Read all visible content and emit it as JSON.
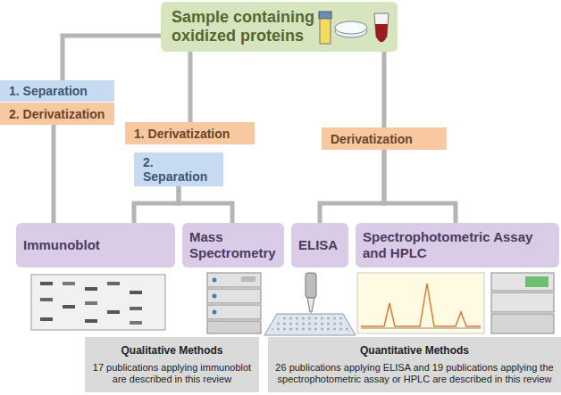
{
  "diagram": {
    "nodes": [
      {
        "text": [
          "Sample containing oxidized proteins"
        ]
      },
      {
        "text": [
          "1. Separation"
        ]
      },
      {
        "text": [
          "2. Derivatization"
        ]
      },
      {
        "text": [
          "1. Derivatization"
        ]
      },
      {
        "text": [
          "2. Separation"
        ]
      },
      {
        "text": [
          "Derivatization"
        ]
      },
      {
        "text": [
          "Immunoblot"
        ]
      },
      {
        "text": [
          "Mass Spectrometry"
        ]
      },
      {
        "text": [
          "ELISA"
        ]
      },
      {
        "text": [
          "Spectrophotometric Assay and HPLC"
        ]
      },
      {
        "text": [
          "Qualitative Methods",
          "17 publications applying immunoblot are described in this review"
        ]
      },
      {
        "text": [
          "Quantitative Methods",
          "26 publications applying ELISA and 19 publications applying the spectrophotometric assay or HPLC are described in this review"
        ]
      }
    ],
    "edges": [
      {
        "from": 0,
        "to": 1,
        "arrow": "none"
      },
      {
        "from": 0,
        "to": 3,
        "arrow": "none"
      },
      {
        "from": 0,
        "to": 5,
        "arrow": "none"
      },
      {
        "from": 2,
        "to": 6,
        "arrow": "none"
      },
      {
        "from": 4,
        "to": 6,
        "arrow": "none"
      },
      {
        "from": 4,
        "to": 7,
        "arrow": "none"
      },
      {
        "from": 5,
        "to": 8,
        "arrow": "none"
      },
      {
        "from": 5,
        "to": 9,
        "arrow": "none"
      }
    ]
  }
}
